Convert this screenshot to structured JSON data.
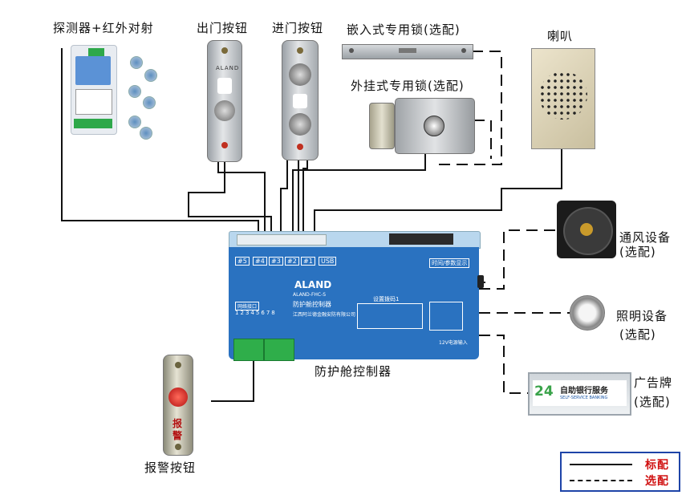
{
  "labels": {
    "detector": "探测器+红外对射",
    "exit_button": "出门按钮",
    "enter_button": "进门按钮",
    "embedded_lock": "嵌入式专用锁(选配)",
    "external_lock": "外挂式专用锁(选配)",
    "speaker": "喇叭",
    "fan_line1": "通风设备",
    "fan_line2": "(选配)",
    "light_line1": "照明设备",
    "light_line2": "(选配)",
    "ad_line1": "广告牌",
    "ad_line2": "(选配)",
    "controller_caption": "防护舱控制器",
    "alarm_button": "报警按钮"
  },
  "controller": {
    "brand": "ALAND",
    "model": "ALAND-FHC-S",
    "name": "防护舱控制器",
    "company": "江西阿兰德金融安防有限公司",
    "ports": [
      "#5",
      "#4",
      "#3",
      "#2",
      "#1",
      "USB"
    ],
    "time_box": "时间/参数显示",
    "settings_title": "设置拨码1",
    "power_label": "12V电源输入",
    "alarm_port_title": "网络接口",
    "alarm_terminals": [
      "1",
      "2",
      "3",
      "4",
      "5",
      "6",
      "7",
      "8"
    ]
  },
  "ad_sign": {
    "logo": "24",
    "text_cn": "自助银行服务",
    "text_en": "SELF-SERVICE BANKING"
  },
  "alarm_button_text": "报警",
  "legend": {
    "standard": "标配",
    "optional": "选配"
  },
  "colors": {
    "controller_blue": "#2a72c0",
    "legend_border": "#1e44a8",
    "legend_text": "#d01010"
  }
}
